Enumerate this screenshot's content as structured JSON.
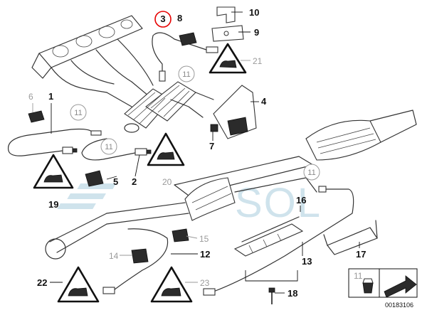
{
  "parts": {
    "p1": "1",
    "p2": "2",
    "p3": "3",
    "p4": "4",
    "p5": "5",
    "p6": "6",
    "p7": "7",
    "p8": "8",
    "p9": "9",
    "p10": "10",
    "p12": "12",
    "p13": "13",
    "p14": "14",
    "p15": "15",
    "p16": "16",
    "p17": "17",
    "p18": "18",
    "p19": "19",
    "p20": "20",
    "p21": "21",
    "p22": "22",
    "p23": "23"
  },
  "refs": {
    "r11": "11"
  },
  "inset": {
    "label": "11"
  },
  "watermark": "SOL",
  "diagram_code": "00183106",
  "colors": {
    "highlight": "#e60000",
    "watermark": "#cfe3ec",
    "ink": "#111111",
    "grey": "#9a9a9a"
  }
}
